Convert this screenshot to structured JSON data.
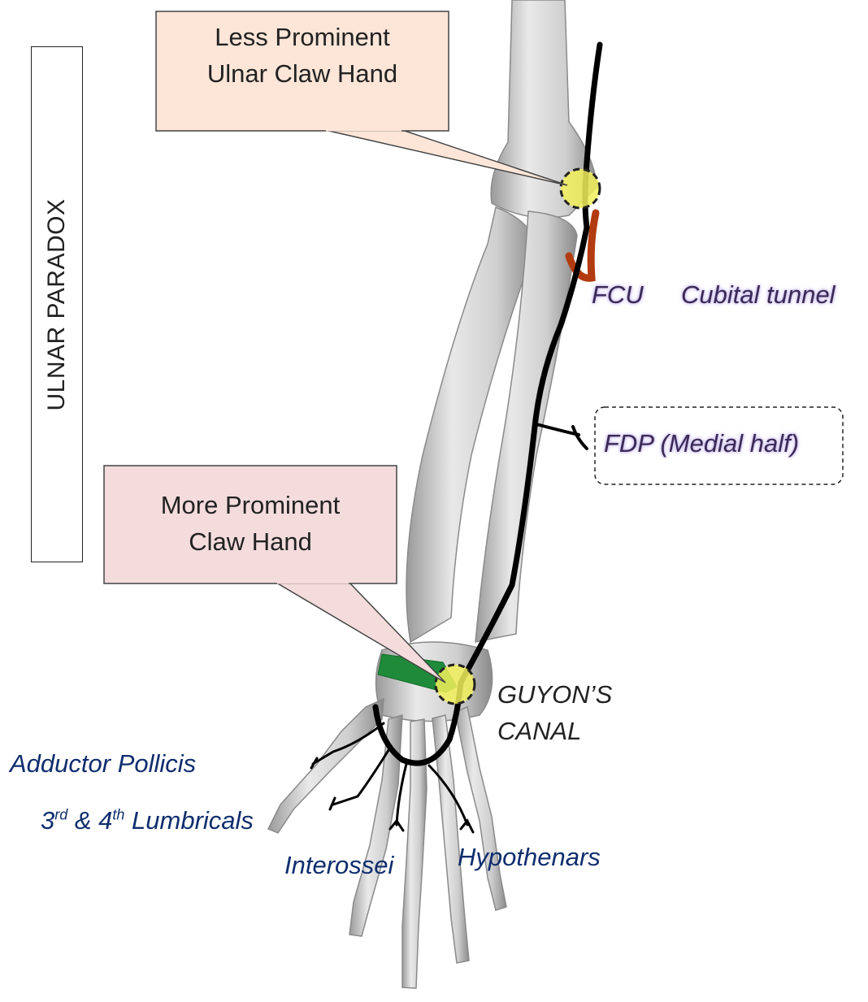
{
  "side_label": "ULNAR PARADOX",
  "callouts": {
    "top": {
      "line1": "Less Prominent",
      "line2": "Ulnar Claw Hand",
      "fill": "#fde6d8"
    },
    "bottom": {
      "line1": "More Prominent",
      "line2": "Claw Hand",
      "fill": "#f4dcdc"
    }
  },
  "labels": {
    "fcu": "FCU",
    "cubital_tunnel": "Cubital tunnel",
    "fdp": "FDP (Medial half)",
    "guyon_line1": "GUYON’S",
    "guyon_line2": "CANAL",
    "adductor": "Adductor Pollicis",
    "lumbricals_a": "3",
    "lumbricals_sup1": "rd",
    "lumbricals_b": " & 4",
    "lumbricals_sup2": "th",
    "lumbricals_c": " Lumbricals",
    "interossei": "Interossei",
    "hypothenars": "Hypothenars"
  },
  "colors": {
    "nerve": "#000000",
    "fcu_muscle": "#b33b10",
    "compression_site": "#f2f05a",
    "guyon_band": "#1f8b3a",
    "label_navy": "#0f2d6e",
    "bone": "#d9d9d9"
  }
}
